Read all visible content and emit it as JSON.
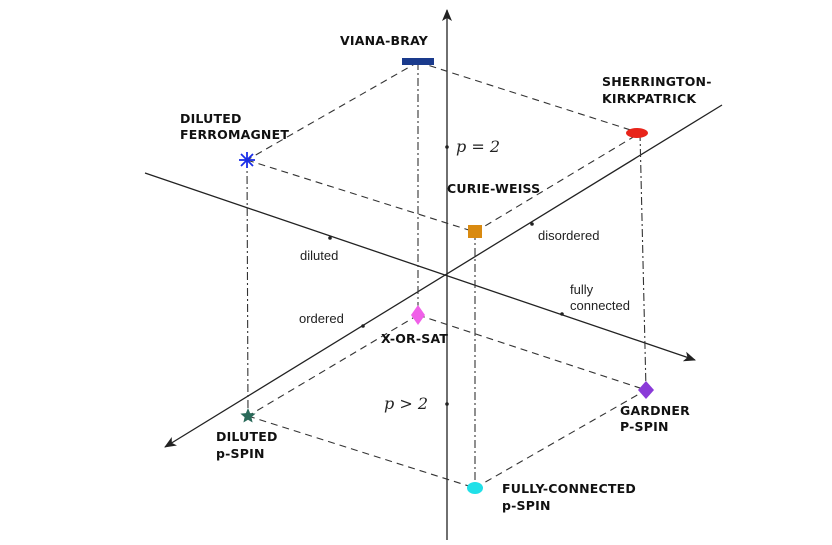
{
  "models": {
    "viana_bray": "VIANA-BRAY",
    "sherrington_kirkpatrick": [
      "SHERRINGTON-",
      "KIRKPATRICK"
    ],
    "diluted_ferromagnet": [
      "DILUTED",
      "FERROMAGNET"
    ],
    "curie_weiss": "CURIE-WEISS",
    "x_or_sat": "X-OR-SAT",
    "gardner_p_spin": [
      "GARDNER",
      "P-SPIN"
    ],
    "diluted_p_spin": [
      "DILUTED",
      "p-SPIN"
    ],
    "fully_connected_p_spin": [
      "FULLY-CONNECTED",
      "p-SPIN"
    ]
  },
  "axes": {
    "diluted": "diluted",
    "fully_connected": [
      "fully",
      "connected"
    ],
    "disordered": "disordered",
    "ordered": "ordered",
    "p_equals_2": "p = 2",
    "p_greater_2": "p > 2"
  },
  "colors": {
    "viana_bray": "#1a3a8c",
    "sherrington_kirkpatrick": "#e8241a",
    "diluted_ferromagnet": "#1a2ee8",
    "curie_weiss": "#d98a10",
    "x_or_sat": "#f060e8",
    "gardner_p_spin": "#8a3ad8",
    "diluted_p_spin": "#2a6a5a",
    "fully_connected_p_spin": "#20e0e8"
  }
}
